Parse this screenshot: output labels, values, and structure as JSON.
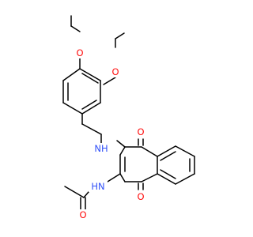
{
  "molecule": {
    "labels": {
      "o_ether_top": "O",
      "o_ether_right": "O",
      "nh_amine": "NH",
      "nh_amide": "HN",
      "o_quinone_top": "O",
      "o_quinone_bottom": "O",
      "o_carbonyl": "O"
    },
    "colors": {
      "bond": "#000000",
      "oxygen": "#ff0d0d",
      "nitrogen": "#3050f8",
      "background": "#ffffff"
    }
  }
}
